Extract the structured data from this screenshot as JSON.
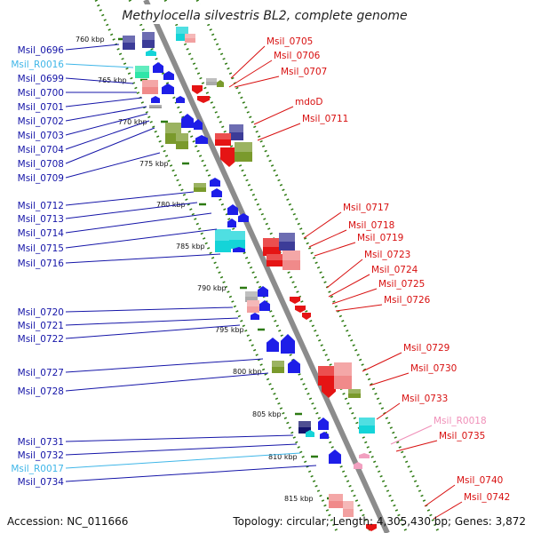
{
  "title": "Methylocella silvestris BL2, complete genome",
  "footer": {
    "accession": "Accession: NC_011666",
    "topology": "Topology: circular; Length: 4,305,430 bp; Genes: 3,872"
  },
  "colors": {
    "backbone": "#8c8c8c",
    "tick": "#2d7a12",
    "left_label": "#1515a8",
    "right_label": "#d81010",
    "rna_label_blue": "#3fb6e8",
    "rna_label_pink": "#f08fb8",
    "gene_blue": "#1e1ee8",
    "gene_red": "#e51414",
    "gene_olive": "#7a9a2c",
    "gene_cyan": "#14d4d8",
    "gene_navy": "#3c3c98"
  },
  "kbp_ticks": [
    "760 kbp",
    "765 kbp",
    "770 kbp",
    "775 kbp",
    "780 kbp",
    "785 kbp",
    "790 kbp",
    "795 kbp",
    "800 kbp",
    "805 kbp",
    "810 kbp",
    "815 kbp"
  ],
  "left_labels": [
    {
      "text": "Msil_0696",
      "kind": "gene"
    },
    {
      "text": "Msil_R0016",
      "kind": "rna"
    },
    {
      "text": "Msil_0699",
      "kind": "gene"
    },
    {
      "text": "Msil_0700",
      "kind": "gene"
    },
    {
      "text": "Msil_0701",
      "kind": "gene"
    },
    {
      "text": "Msil_0702",
      "kind": "gene"
    },
    {
      "text": "Msil_0703",
      "kind": "gene"
    },
    {
      "text": "Msil_0704",
      "kind": "gene"
    },
    {
      "text": "Msil_0708",
      "kind": "gene"
    },
    {
      "text": "Msil_0709",
      "kind": "gene"
    },
    {
      "text": "Msil_0712",
      "kind": "gene"
    },
    {
      "text": "Msil_0713",
      "kind": "gene"
    },
    {
      "text": "Msil_0714",
      "kind": "gene"
    },
    {
      "text": "Msil_0715",
      "kind": "gene"
    },
    {
      "text": "Msil_0716",
      "kind": "gene"
    },
    {
      "text": "Msil_0720",
      "kind": "gene"
    },
    {
      "text": "Msil_0721",
      "kind": "gene"
    },
    {
      "text": "Msil_0722",
      "kind": "gene"
    },
    {
      "text": "Msil_0727",
      "kind": "gene"
    },
    {
      "text": "Msil_0728",
      "kind": "gene"
    },
    {
      "text": "Msil_0731",
      "kind": "gene"
    },
    {
      "text": "Msil_0732",
      "kind": "gene"
    },
    {
      "text": "Msil_R0017",
      "kind": "rna"
    },
    {
      "text": "Msil_0734",
      "kind": "gene"
    }
  ],
  "right_labels": [
    {
      "text": "Msil_0705",
      "kind": "gene"
    },
    {
      "text": "Msil_0706",
      "kind": "gene"
    },
    {
      "text": "Msil_0707",
      "kind": "gene"
    },
    {
      "text": "mdoD",
      "kind": "gene"
    },
    {
      "text": "Msil_0711",
      "kind": "gene"
    },
    {
      "text": "Msil_0717",
      "kind": "gene"
    },
    {
      "text": "Msil_0718",
      "kind": "gene"
    },
    {
      "text": "Msil_0719",
      "kind": "gene"
    },
    {
      "text": "Msil_0723",
      "kind": "gene"
    },
    {
      "text": "Msil_0724",
      "kind": "gene"
    },
    {
      "text": "Msil_0725",
      "kind": "gene"
    },
    {
      "text": "Msil_0726",
      "kind": "gene"
    },
    {
      "text": "Msil_0729",
      "kind": "gene"
    },
    {
      "text": "Msil_0730",
      "kind": "gene"
    },
    {
      "text": "Msil_0733",
      "kind": "gene"
    },
    {
      "text": "Msil_R0018",
      "kind": "rna"
    },
    {
      "text": "Msil_0735",
      "kind": "gene"
    },
    {
      "text": "Msil_0740",
      "kind": "gene"
    },
    {
      "text": "Msil_0742",
      "kind": "gene"
    }
  ]
}
